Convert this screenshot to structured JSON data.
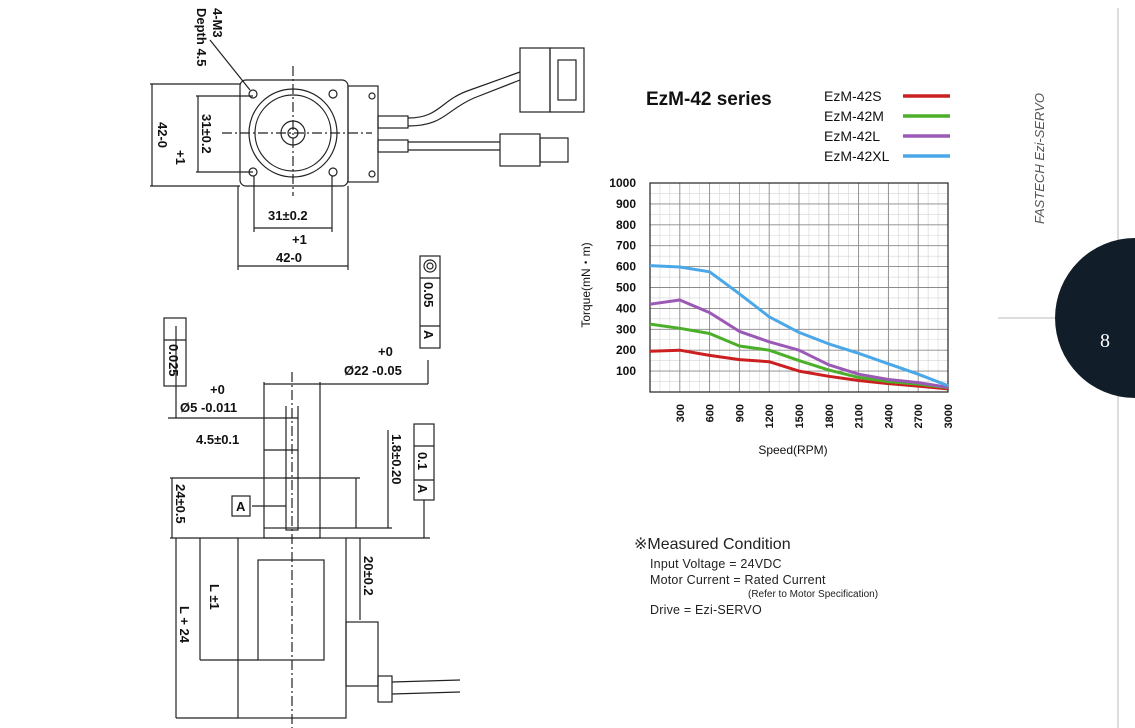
{
  "dimensions": {
    "front_holes": [
      "4-M3",
      "Depth 4.5"
    ],
    "front_height_tol": "+1",
    "front_height": "42-0",
    "front_pitch_v": "31±0.2",
    "front_pitch_h": "31±0.2",
    "front_width_tol": "+1",
    "front_width": "42-0",
    "shaft_dia_tol": "+0",
    "shaft_dia": "Ø5 -0.011",
    "shaft_flat": "4.5±0.1",
    "boss_dia_tol": "+0",
    "boss_dia": "Ø22 -0.05",
    "runout_value": "0.025",
    "concentric_value": "0.05",
    "concentric_datum": "A",
    "perp_value": "0.1",
    "perp_datum": "A",
    "datum_label": "A",
    "shaft_length": "24±0.5",
    "flat_length": "20±0.2",
    "boss_height": "1.8±0.20",
    "body_length": "L ±1",
    "total_length": "L + 24"
  },
  "chart_data": {
    "type": "line",
    "title": "EzM-42 series",
    "xlabel": "Speed(RPM)",
    "ylabel": "Torque(mN・m)",
    "xlim": [
      0,
      3000
    ],
    "ylim": [
      0,
      1000
    ],
    "x_ticks": [
      "300",
      "600",
      "900",
      "1200",
      "1500",
      "1800",
      "2100",
      "2400",
      "2700",
      "3000"
    ],
    "y_ticks": [
      "100",
      "200",
      "300",
      "400",
      "500",
      "600",
      "700",
      "800",
      "900",
      "1000"
    ],
    "grid": true,
    "legend_position": "top-right",
    "x": [
      0,
      300,
      600,
      900,
      1200,
      1500,
      1800,
      2100,
      2400,
      2700,
      3000
    ],
    "series": [
      {
        "name": "EzM-42S",
        "color": "#cc1f1f",
        "values": [
          195,
          200,
          175,
          155,
          145,
          100,
          75,
          55,
          40,
          28,
          15
        ]
      },
      {
        "name": "EzM-42M",
        "color": "#4caf2a",
        "values": [
          325,
          305,
          280,
          220,
          200,
          150,
          105,
          70,
          50,
          38,
          20
        ]
      },
      {
        "name": "EzM-42L",
        "color": "#9b59b6",
        "values": [
          420,
          440,
          380,
          290,
          240,
          200,
          130,
          85,
          60,
          45,
          22
        ]
      },
      {
        "name": "EzM-42XL",
        "color": "#4aa8e8",
        "values": [
          605,
          598,
          575,
          470,
          360,
          285,
          230,
          185,
          135,
          85,
          30
        ]
      }
    ]
  },
  "conditions": {
    "heading": "※Measured Condition",
    "voltage": "Input Voltage = 24VDC",
    "current": "Motor Current = Rated Current",
    "current_note": "(Refer to Motor Specification)",
    "drive": "Drive = Ezi-SERVO"
  },
  "sidebar": {
    "brand": "FASTECH Ezi-SERVO",
    "page_number": "8"
  }
}
